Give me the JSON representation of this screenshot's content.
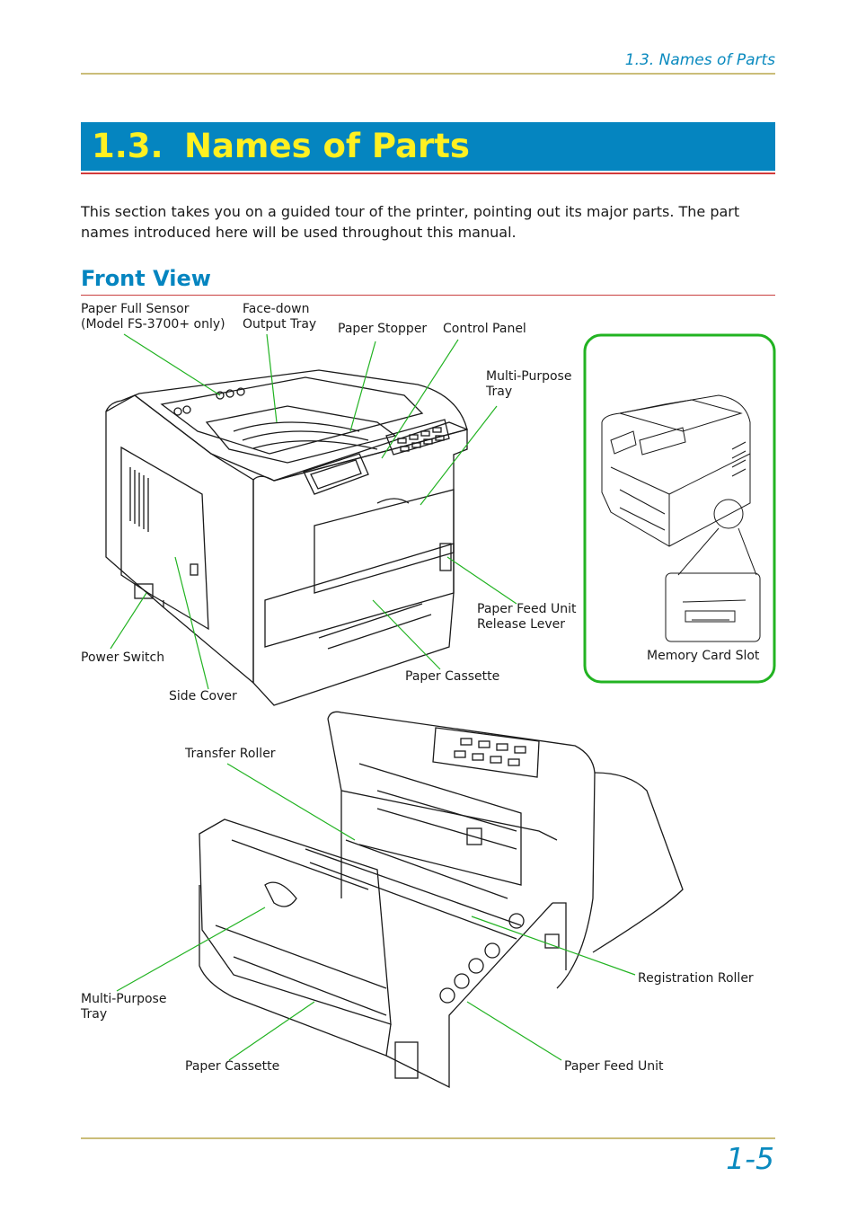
{
  "running_header": "1.3. Names of Parts",
  "title": {
    "number": "1.3.",
    "text": "Names of Parts"
  },
  "intro": "This section takes you on a guided tour of the printer, pointing out its major parts. The part names introduced here will be used throughout this manual.",
  "section_heading": "Front View",
  "labels": {
    "paper_full_sensor_1": "Paper Full Sensor",
    "paper_full_sensor_2": "(Model FS-3700+ only)",
    "face_down_1": "Face-down",
    "face_down_2": "Output Tray",
    "paper_stopper": "Paper Stopper",
    "control_panel": "Control Panel",
    "mp_tray_top_1": "Multi-Purpose",
    "mp_tray_top_2": "Tray",
    "feed_release_1": "Paper Feed Unit",
    "feed_release_2": "Release Lever",
    "power_switch": "Power Switch",
    "side_cover": "Side Cover",
    "paper_cassette_top": "Paper Cassette",
    "memory_card_slot": "Memory Card Slot",
    "transfer_roller": "Transfer Roller",
    "registration_roller": "Registration Roller",
    "mp_tray_bottom_1": "Multi-Purpose",
    "mp_tray_bottom_2": "Tray",
    "paper_cassette_bottom": "Paper Cassette",
    "paper_feed_unit": "Paper Feed Unit"
  },
  "page_number": "1-5",
  "colors": {
    "accent_blue": "#0585c0",
    "title_yellow": "#fff021",
    "rule_gold": "#cbbd79",
    "rule_red": "#d23a3a",
    "leader_green": "#22b322"
  }
}
